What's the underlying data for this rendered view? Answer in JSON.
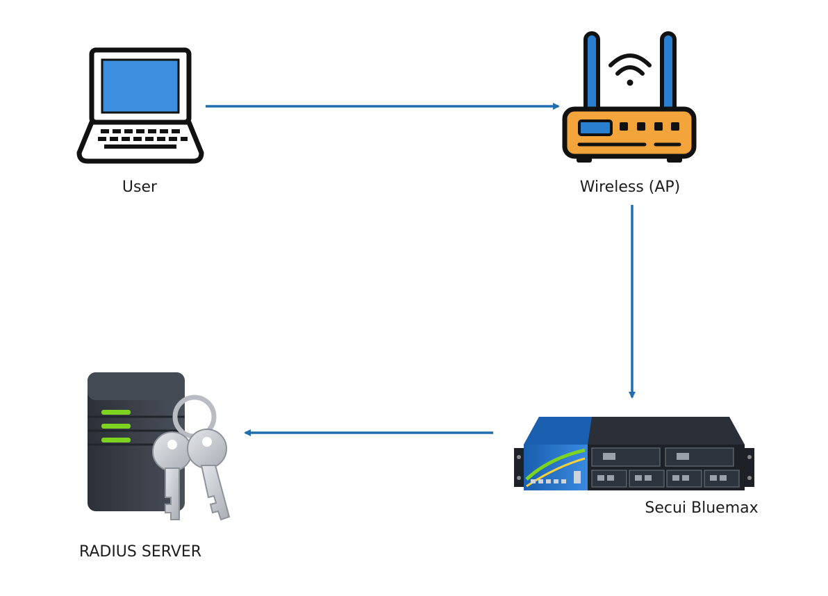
{
  "nodes": {
    "user": {
      "label": "User",
      "icon": "laptop-icon"
    },
    "ap": {
      "label": "Wireless (AP)",
      "icon": "wireless-router-icon"
    },
    "firewall": {
      "label": "Secui Bluemax",
      "icon": "firewall-appliance-icon"
    },
    "radius": {
      "label": "RADIUS SERVER",
      "icon": "server-keys-icon"
    }
  },
  "edges": [
    {
      "from": "user",
      "to": "ap"
    },
    {
      "from": "ap",
      "to": "firewall"
    },
    {
      "from": "firewall",
      "to": "radius"
    }
  ],
  "colors": {
    "arrow": "#1f6fb0",
    "laptop_screen": "#3d8fe0",
    "router_body": "#f3a43a",
    "router_antenna": "#2a7fd0",
    "server_body": "#3a3f48",
    "server_led": "#7ed321",
    "key": "#c9ccd1",
    "appliance_blue": "#1a5fb0",
    "appliance_dark": "#1e2228"
  }
}
